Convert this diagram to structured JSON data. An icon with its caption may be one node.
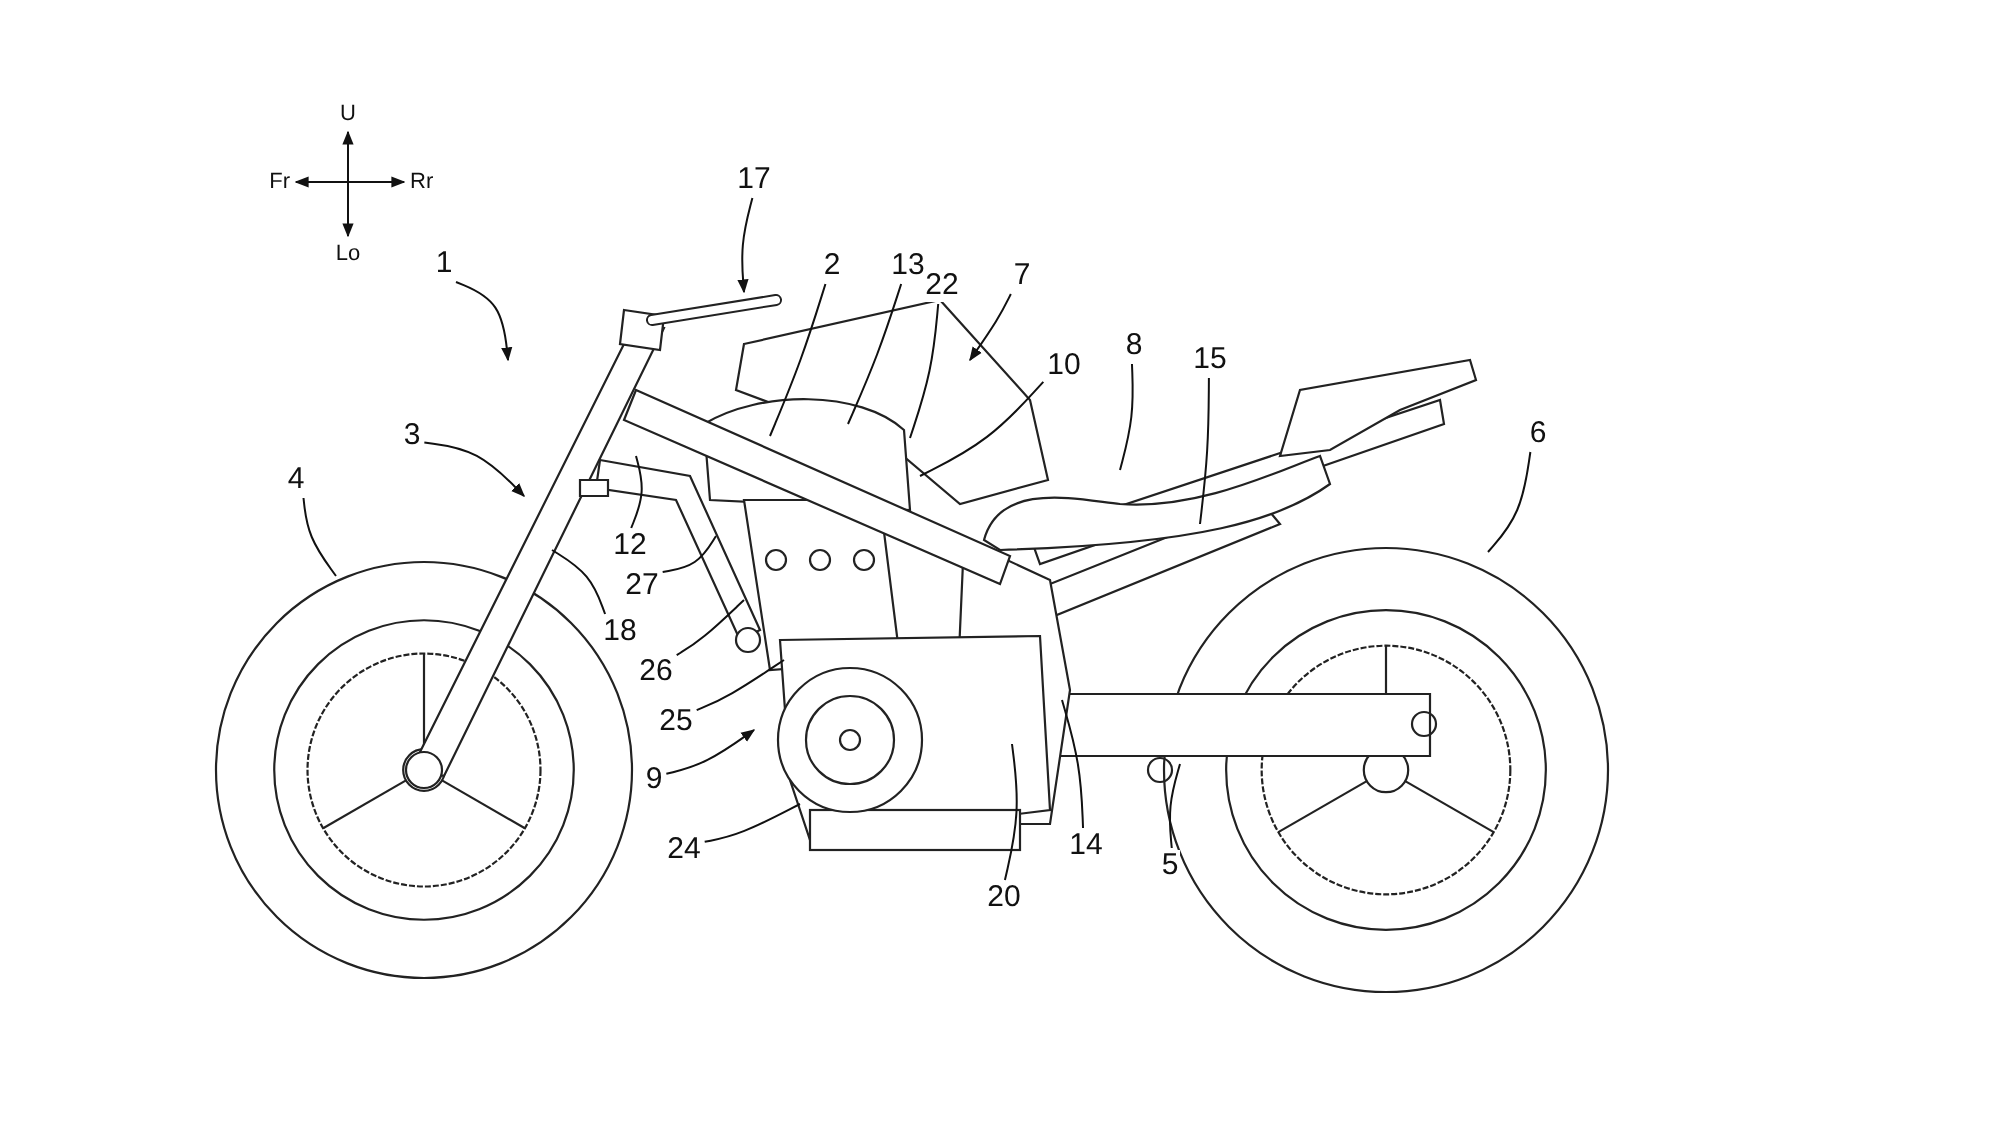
{
  "diagram": {
    "nodes": [
      {
        "text": [
          "17"
        ]
      },
      {
        "text": [
          "1"
        ]
      },
      {
        "text": [
          "2"
        ]
      },
      {
        "text": [
          "13"
        ]
      },
      {
        "text": [
          "22"
        ]
      },
      {
        "text": [
          "7"
        ]
      },
      {
        "text": [
          "10"
        ]
      },
      {
        "text": [
          "8"
        ]
      },
      {
        "text": [
          "15"
        ]
      },
      {
        "text": [
          "3"
        ]
      },
      {
        "text": [
          "4"
        ]
      },
      {
        "text": [
          "6"
        ]
      },
      {
        "text": [
          "12"
        ]
      },
      {
        "text": [
          "27"
        ]
      },
      {
        "text": [
          "18"
        ]
      },
      {
        "text": [
          "26"
        ]
      },
      {
        "text": [
          "25"
        ]
      },
      {
        "text": [
          "9"
        ]
      },
      {
        "text": [
          "24"
        ]
      },
      {
        "text": [
          "20"
        ]
      },
      {
        "text": [
          "14"
        ]
      },
      {
        "text": [
          "5"
        ]
      }
    ],
    "edges": [
      {
        "from": 0,
        "to": null,
        "arrow": "to"
      },
      {
        "from": 1,
        "to": null,
        "arrow": "to"
      },
      {
        "from": 2,
        "to": null,
        "arrow": "none"
      },
      {
        "from": 3,
        "to": null,
        "arrow": "none"
      },
      {
        "from": 4,
        "to": null,
        "arrow": "none"
      },
      {
        "from": 5,
        "to": null,
        "arrow": "to"
      },
      {
        "from": 6,
        "to": null,
        "arrow": "none"
      },
      {
        "from": 7,
        "to": null,
        "arrow": "none"
      },
      {
        "from": 8,
        "to": null,
        "arrow": "none"
      },
      {
        "from": 9,
        "to": null,
        "arrow": "to"
      },
      {
        "from": 10,
        "to": null,
        "arrow": "none"
      },
      {
        "from": 11,
        "to": null,
        "arrow": "none"
      },
      {
        "from": 12,
        "to": null,
        "arrow": "none"
      },
      {
        "from": 13,
        "to": null,
        "arrow": "none"
      },
      {
        "from": 14,
        "to": null,
        "arrow": "none"
      },
      {
        "from": 15,
        "to": null,
        "arrow": "none"
      },
      {
        "from": 16,
        "to": null,
        "arrow": "none"
      },
      {
        "from": 17,
        "to": null,
        "arrow": "to"
      },
      {
        "from": 18,
        "to": null,
        "arrow": "none"
      },
      {
        "from": 19,
        "to": null,
        "arrow": "none"
      },
      {
        "from": 20,
        "to": null,
        "arrow": "none"
      },
      {
        "from": 21,
        "to": null,
        "arrow": "none"
      }
    ],
    "labels": [
      "U",
      "Fr",
      "Rr",
      "Lo"
    ]
  }
}
